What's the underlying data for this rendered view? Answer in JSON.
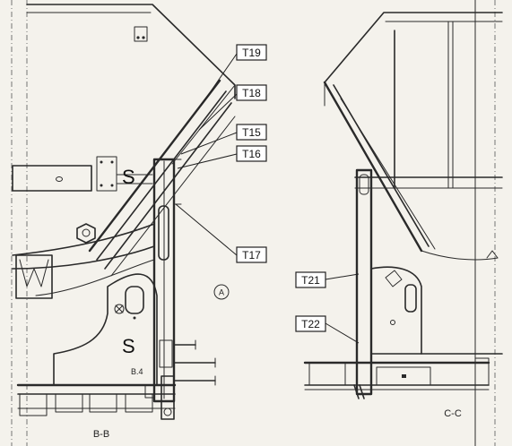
{
  "callouts": {
    "t19": "T19",
    "t18": "T18",
    "t15": "T15",
    "t16": "T16",
    "t17": "T17",
    "t21": "T21",
    "t22": "T22"
  },
  "sections": {
    "left_label": "B-B",
    "right_label": "C-C"
  },
  "markers": {
    "s_upper": "S",
    "s_lower": "S",
    "detail": "A"
  }
}
